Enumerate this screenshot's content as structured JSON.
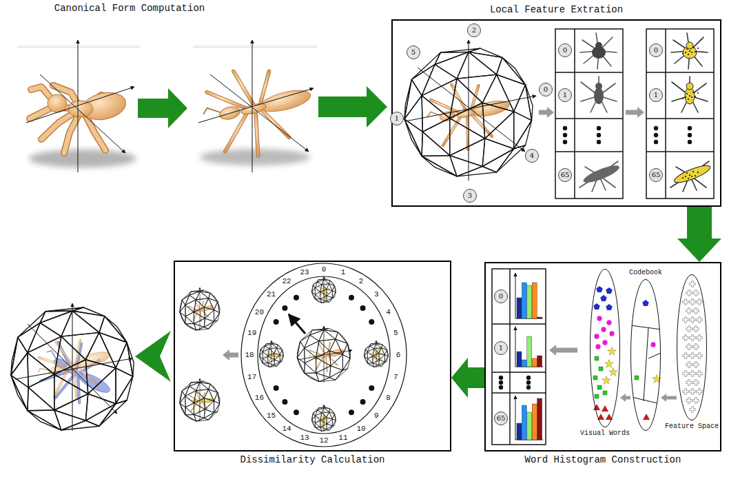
{
  "diagram": {
    "nodes": [
      {
        "text": [
          "Local Feature Extration"
        ]
      },
      {
        "text": [
          "Word Histogram Construction"
        ]
      },
      {
        "text": [
          "Dissimilarity Calculation"
        ]
      },
      {
        "text": [
          "Visual Words"
        ],
        "in": 1
      },
      {
        "text": [
          "Codebook"
        ],
        "in": 1
      },
      {
        "text": [
          "Feature Space"
        ],
        "in": 1
      }
    ],
    "edges": [
      {
        "from": 0,
        "to": 1,
        "arrow": "to"
      },
      {
        "from": 1,
        "to": 2,
        "arrow": "to"
      },
      {
        "from": 5,
        "to": 4,
        "arrow": "to"
      },
      {
        "from": 4,
        "to": 3,
        "arrow": "to"
      }
    ],
    "labels": [
      "Canonical Form Computation",
      "2",
      "5",
      "0",
      "1",
      "4",
      "3",
      "0",
      "1",
      "65",
      "0",
      "1",
      "65",
      "0",
      "1",
      "65",
      "0",
      "1",
      "2",
      "3",
      "4",
      "5",
      "6",
      "7",
      "8",
      "9",
      "10",
      "11",
      "12",
      "13",
      "14",
      "15",
      "16",
      "17",
      "18",
      "19",
      "20",
      "21",
      "22",
      "23"
    ]
  }
}
